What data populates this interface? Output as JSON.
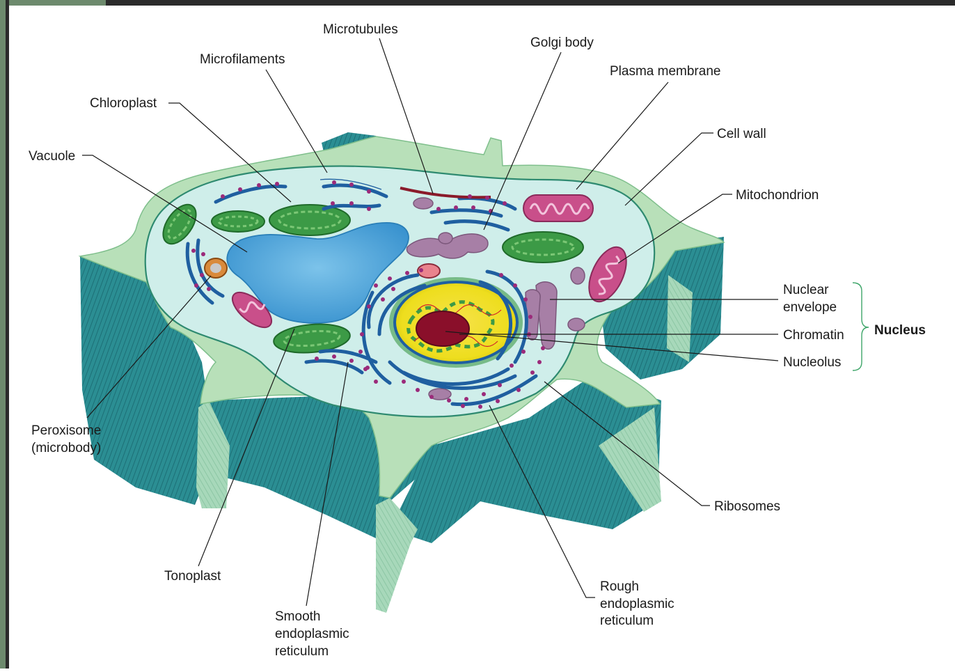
{
  "labels": {
    "microtubules": "Microtubules",
    "golgi_body": "Golgi body",
    "microfilaments": "Microfilaments",
    "plasma_membrane": "Plasma membrane",
    "chloroplast": "Chloroplast",
    "cell_wall": "Cell wall",
    "vacuole": "Vacuole",
    "mitochondrion": "Mitochondrion",
    "nuclear_envelope_1": "Nuclear",
    "nuclear_envelope_2": "envelope",
    "chromatin": "Chromatin",
    "nucleolus": "Nucleolus",
    "nucleus": "Nucleus",
    "peroxisome_1": "Peroxisome",
    "peroxisome_2": "(microbody)",
    "ribosomes": "Ribosomes",
    "tonoplast": "Tonoplast",
    "rough_er_1": "Rough",
    "rough_er_2": "endoplasmic",
    "rough_er_3": "reticulum",
    "smooth_er_1": "Smooth",
    "smooth_er_2": "endoplasmic",
    "smooth_er_3": "reticulum"
  },
  "colors": {
    "frame": "#2b2b2b",
    "side_strip": "#6d8a6d",
    "cell_wall_top": "#b8e0b9",
    "cell_wall_side": "#1e7f86",
    "cytoplasm": "#cfeeea",
    "vacuole": "#4aa6d8",
    "chloroplast": "#3c9a46",
    "mitochondrion": "#c94f8a",
    "golgi": "#a77fa6",
    "er": "#1f5fa0",
    "ribosome": "#9b2a7a",
    "nucleus_outer": "#f2e11c",
    "nucleolus": "#8a0f2a",
    "brace": "#3fa66a"
  }
}
